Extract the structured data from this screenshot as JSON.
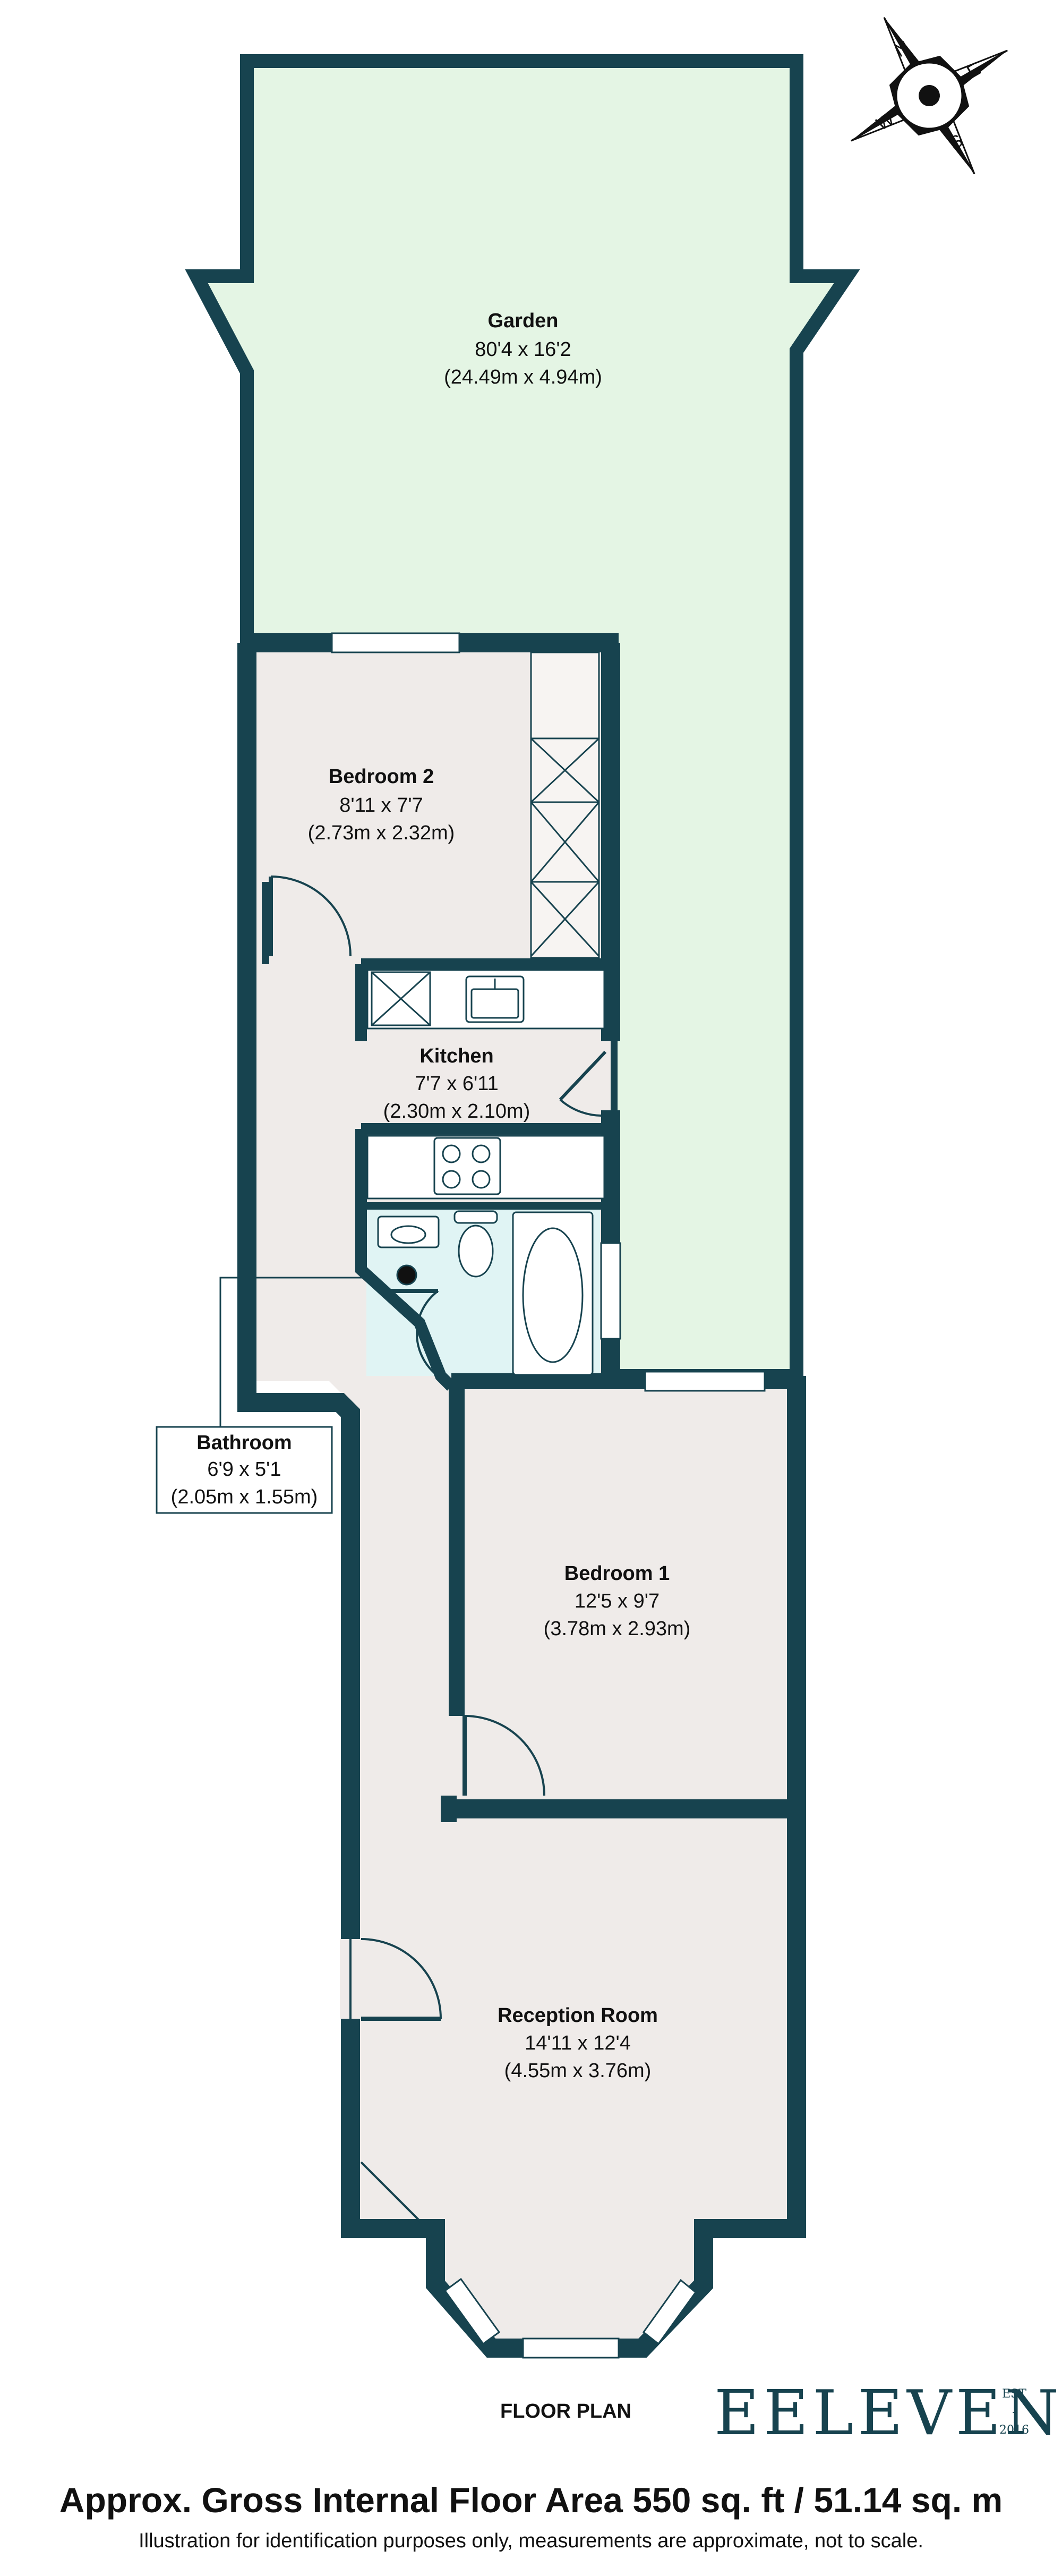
{
  "rooms": {
    "garden": {
      "name": "Garden",
      "imperial": "80'4 x 16'2",
      "metric": "(24.49m x 4.94m)"
    },
    "bedroom2": {
      "name": "Bedroom 2",
      "imperial": "8'11 x 7'7",
      "metric": "(2.73m x 2.32m)"
    },
    "kitchen": {
      "name": "Kitchen",
      "imperial": "7'7 x 6'11",
      "metric": "(2.30m x 2.10m)"
    },
    "bathroom": {
      "name": "Bathroom",
      "imperial": "6'9 x 5'1",
      "metric": "(2.05m x 1.55m)"
    },
    "bedroom1": {
      "name": "Bedroom 1",
      "imperial": "12'5 x 9'7",
      "metric": "(3.78m x 2.93m)"
    },
    "reception": {
      "name": "Reception Room",
      "imperial": "14'11 x 12'4",
      "metric": "(4.55m x 3.76m)"
    }
  },
  "compass": {
    "n": "N",
    "e": "E",
    "s": "S",
    "w": "W"
  },
  "plan_label": "FLOOR PLAN",
  "brand": {
    "name": "EELEVEN",
    "est_top": "EST",
    "est_mid": "-",
    "est_year": "2016"
  },
  "footer": {
    "area": "Approx. Gross Internal Floor Area 550 sq. ft / 51.14 sq. m",
    "disclaimer": "Illustration for identification purposes only, measurements are approximate, not to scale."
  },
  "colors": {
    "wall": "#17434f",
    "garden_fill": "#e4f5e4",
    "interior_fill": "#efebe9",
    "bathroom_fill": "#e0f4f4",
    "brand": "#17434f"
  }
}
